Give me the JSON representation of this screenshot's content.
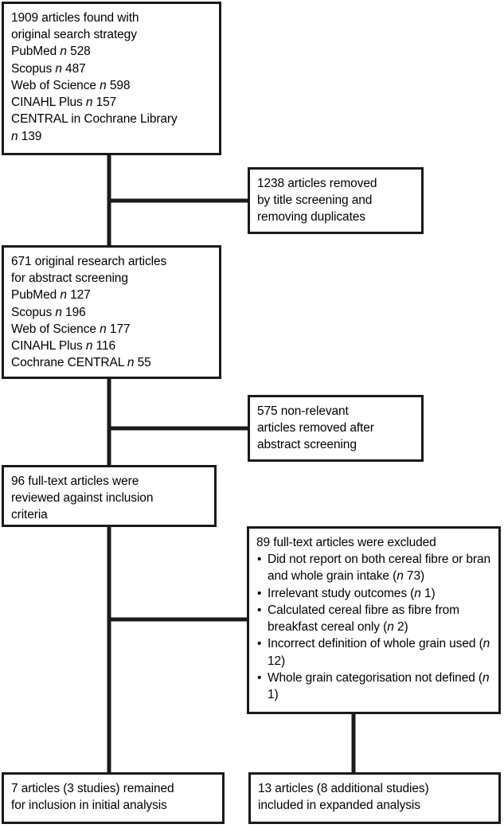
{
  "diagram": {
    "type": "prisma-flow-diagram",
    "colors": {
      "stroke": "#1a1a1a",
      "background": "#ffffff",
      "text": "#000000"
    },
    "boxes": {
      "identification": {
        "name": "identification-box",
        "lines": [
          "1909 articles found with",
          "original search strategy",
          "PubMed n 528",
          "Scopus n 487",
          "Web of Science n 598",
          "CINAHL Plus n 157",
          "CENTRAL in Cochrane Library",
          "n 139"
        ],
        "text": "1909 articles found with\noriginal search strategy\nPubMed n 528\nScopus n 487\nWeb of Science n 598\nCINAHL Plus n 157\nCENTRAL in Cochrane Library\nn 139",
        "total_articles": 1909,
        "sources": [
          {
            "database": "PubMed",
            "n": 528
          },
          {
            "database": "Scopus",
            "n": 487
          },
          {
            "database": "Web of Science",
            "n": 598
          },
          {
            "database": "CINAHL Plus",
            "n": 157
          },
          {
            "database": "CENTRAL in Cochrane Library",
            "n": 139
          }
        ]
      },
      "title_screening_removed": {
        "name": "title-screening-removed-box",
        "text": "1238 articles removed\nby title screening and\nremoving duplicates",
        "count": 1238
      },
      "abstract_screening": {
        "name": "abstract-screening-box",
        "text": "671 original research articles\nfor abstract screening\nPubMed n 127\nScopus n 196\nWeb of Science n 177\nCINAHL Plus n 116\nCochrane CENTRAL n 55",
        "total_articles": 671,
        "sources": [
          {
            "database": "PubMed",
            "n": 127
          },
          {
            "database": "Scopus",
            "n": 196
          },
          {
            "database": "Web of Science",
            "n": 177
          },
          {
            "database": "CINAHL Plus",
            "n": 116
          },
          {
            "database": "Cochrane CENTRAL",
            "n": 55
          }
        ]
      },
      "abstract_removed": {
        "name": "abstract-screening-removed-box",
        "text": "575 non-relevant\narticles removed after\nabstract screening",
        "count": 575
      },
      "fulltext_reviewed": {
        "name": "fulltext-reviewed-box",
        "text": "96 full-text articles were\nreviewed against inclusion\ncriteria",
        "count": 96
      },
      "fulltext_excluded": {
        "name": "fulltext-excluded-box",
        "heading": "89 full-text articles were excluded",
        "count": 89,
        "reasons": [
          {
            "text": "Did not report on both cereal fibre or bran and whole grain intake (n 73)",
            "n": 73
          },
          {
            "text": "Irrelevant study outcomes (n 1)",
            "n": 1
          },
          {
            "text": "Calculated cereal fibre as fibre from breakfast cereal only (n 2)",
            "n": 2
          },
          {
            "text": "Incorrect definition of whole grain used (n 12)",
            "n": 12
          },
          {
            "text": "Whole grain categorisation not defined (n 1)",
            "n": 1
          }
        ]
      },
      "initial_analysis": {
        "name": "initial-analysis-box",
        "text": "7 articles (3 studies) remained\nfor inclusion in initial analysis",
        "articles": 7,
        "studies": 3
      },
      "expanded_analysis": {
        "name": "expanded-analysis-box",
        "text": "13 articles (8 additional studies)\nincluded in expanded analysis",
        "articles": 13,
        "studies": 8
      }
    }
  }
}
